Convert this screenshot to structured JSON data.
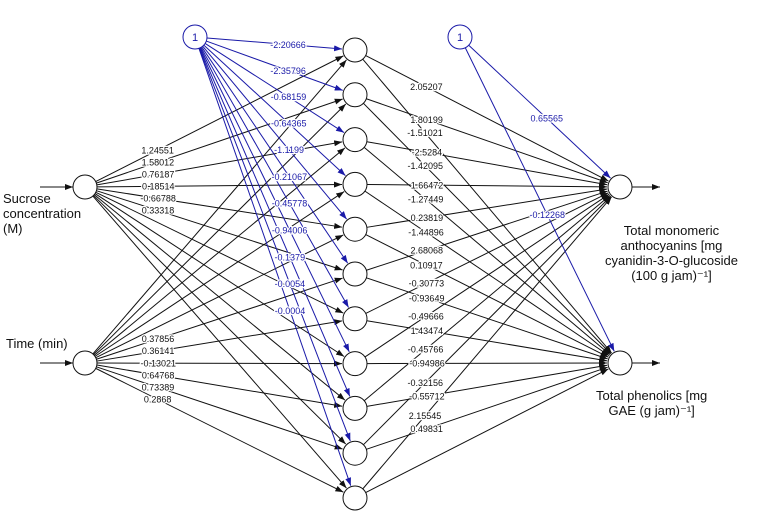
{
  "inputs": [
    {
      "label": "Sucrose\nconcentration\n(M)"
    },
    {
      "label": "Time (min)"
    }
  ],
  "outputs": [
    {
      "label": "Total monomeric\nanthocyanins [mg\ncyanidin-3-O-glucoside\n(100 g jam)⁻¹]"
    },
    {
      "label": "Total phenolics [mg\nGAE (g jam)⁻¹]"
    }
  ],
  "bias_label": "1",
  "hidden_count": 11,
  "colors": {
    "bias_edge": "#1a1aa8",
    "edge": "#111111",
    "node": "#111111"
  },
  "weights": {
    "bias_to_hidden": [
      "-2.20666",
      "-2.35796",
      "-0.68159",
      "-0.64365",
      "-1.1199",
      "-0.21067",
      "-0.45778",
      "-0.94006",
      "-0.1379",
      "-0.0054",
      "-0.0004"
    ],
    "sucrose_to_hidden": [
      "1.24551",
      "1.58012",
      "0.76187",
      "0.18514",
      "-0.66788",
      "0.33318",
      null,
      null,
      null,
      null,
      null
    ],
    "time_to_hidden": [
      null,
      null,
      null,
      null,
      null,
      "0.37856",
      "0.36141",
      "-0.13021",
      "0.64768",
      "0.73389",
      "0.2868"
    ],
    "hidden_to_output1": [
      "2.05207",
      "1.80199",
      "-2.5284",
      "1.66472",
      "0.23819",
      "2.68068",
      "-0.30773",
      "-0.49666",
      "-0.45766",
      "-0.32156",
      "2.15545"
    ],
    "hidden_to_output2": [
      "-1.51021",
      "-1.42095",
      "-1.27449",
      "-1.44896",
      "0.10917",
      "-0.93649",
      "1.43474",
      "-0.94986",
      "-0.55712",
      "0.49831",
      null
    ],
    "bias_to_output": [
      "0.65565",
      "-0.12268"
    ]
  }
}
